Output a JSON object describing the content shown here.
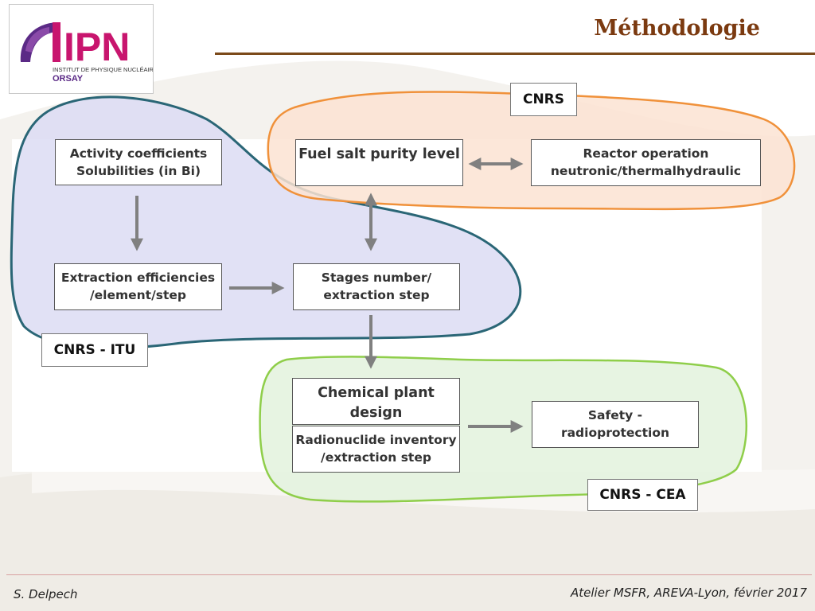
{
  "header": {
    "title": "Méthodologie",
    "logo_text": "IPN",
    "logo_subtitle": "INSTITUT DE PHYSIQUE NUCLÉAIRE",
    "logo_location": "ORSAY"
  },
  "groups": {
    "cnrs": "CNRS",
    "cnrs_itu": "CNRS - ITU",
    "cnrs_cea": "CNRS - CEA"
  },
  "boxes": {
    "activity": "Activity coefficients\nSolubilities (in Bi)",
    "fuel_salt": "Fuel salt purity level",
    "reactor": "Reactor operation\nneutronic/thermalhydraulic",
    "extraction": "Extraction efficiencies\n/element/step",
    "stages": "Stages number/\nextraction step",
    "chemical": "Chemical plant design",
    "radionuclide": "Radionuclide inventory\n/extraction step",
    "safety": "Safety - radioprotection"
  },
  "footer": {
    "author": "S. Delpech",
    "event": "Atelier MSFR, AREVA-Lyon, février 2017"
  },
  "colors": {
    "title": "#7b3a10",
    "cnrs_border": "#f0913a",
    "cnrs_fill": "#fbe3d2",
    "itu_border": "#2a6676",
    "itu_fill": "#dcdcf3",
    "cea_border": "#8fce4a",
    "cea_fill": "#e3f2dd",
    "arrow": "#808080",
    "logo_magenta": "#c8156e",
    "logo_purple": "#5b2a86"
  }
}
